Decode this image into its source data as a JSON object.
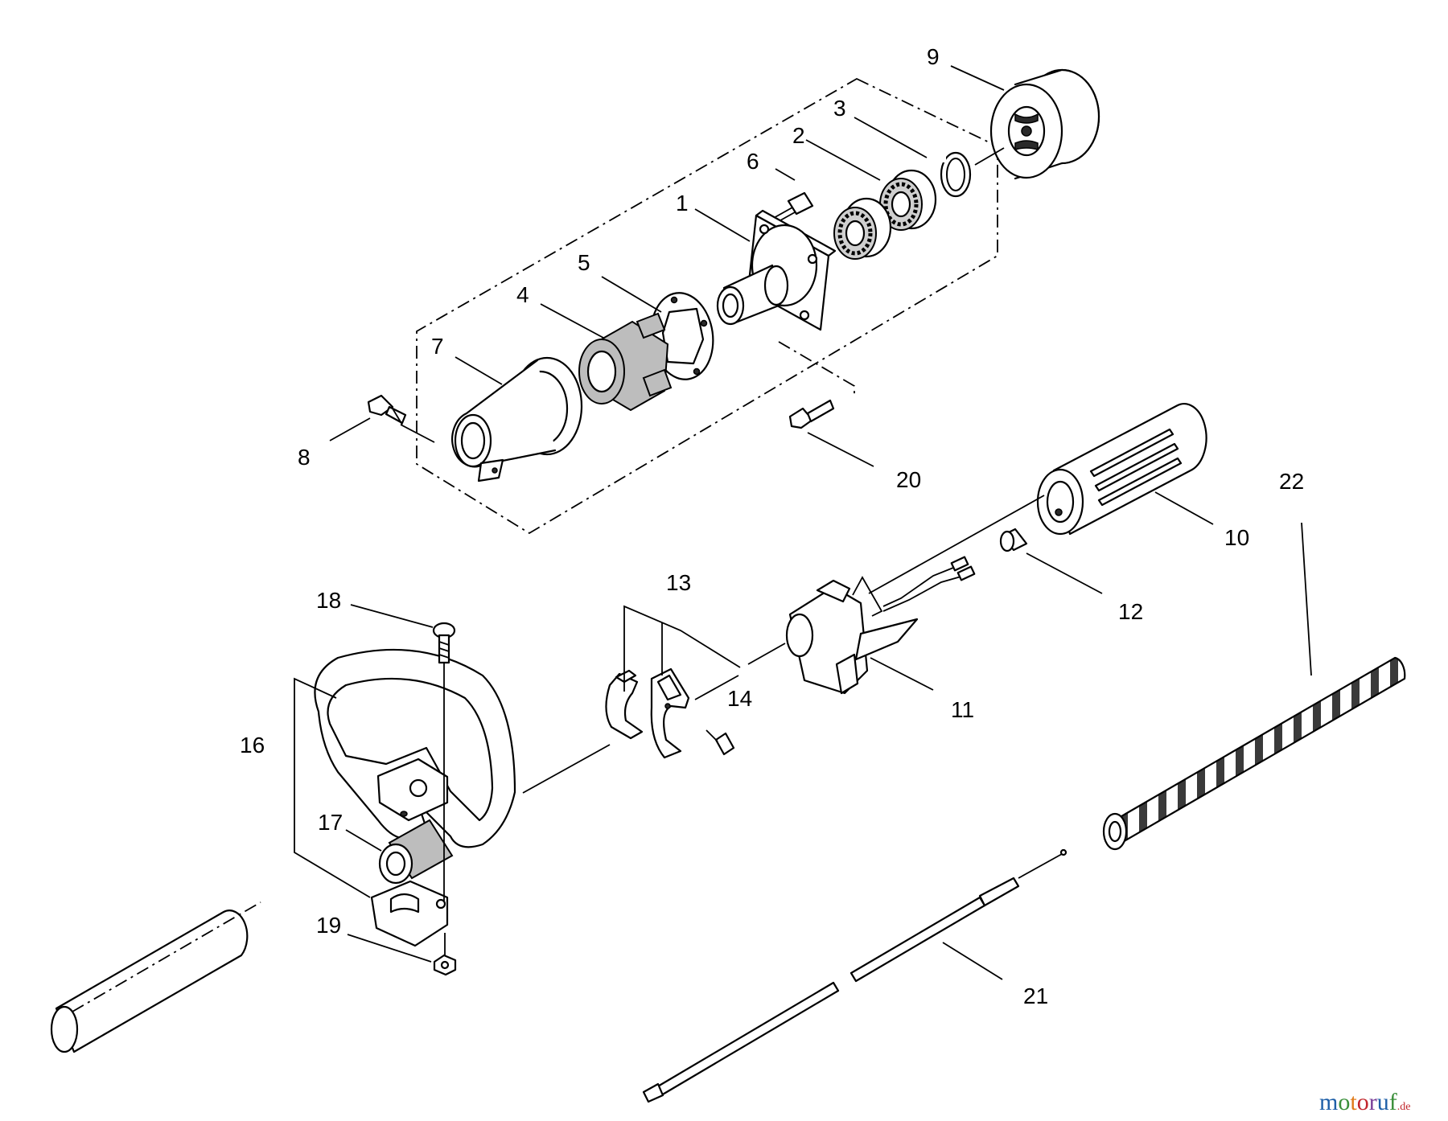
{
  "callouts": {
    "c1": "1",
    "c2": "2",
    "c3": "3",
    "c4": "4",
    "c5": "5",
    "c6": "6",
    "c7": "7",
    "c8": "8",
    "c9": "9",
    "c10": "10",
    "c11": "11",
    "c12": "12",
    "c13": "13",
    "c14": "14",
    "c16": "16",
    "c17": "17",
    "c18": "18",
    "c19": "19",
    "c20": "20",
    "c21": "21",
    "c22": "22"
  },
  "watermark": {
    "text_main": "motoruf",
    "text_suffix": ".de",
    "letter_colors": [
      "#1e5fa8",
      "#3a8f3a",
      "#e07b1a",
      "#c2272d",
      "#7a3f98",
      "#1e5fa8",
      "#3a8f3a"
    ]
  }
}
